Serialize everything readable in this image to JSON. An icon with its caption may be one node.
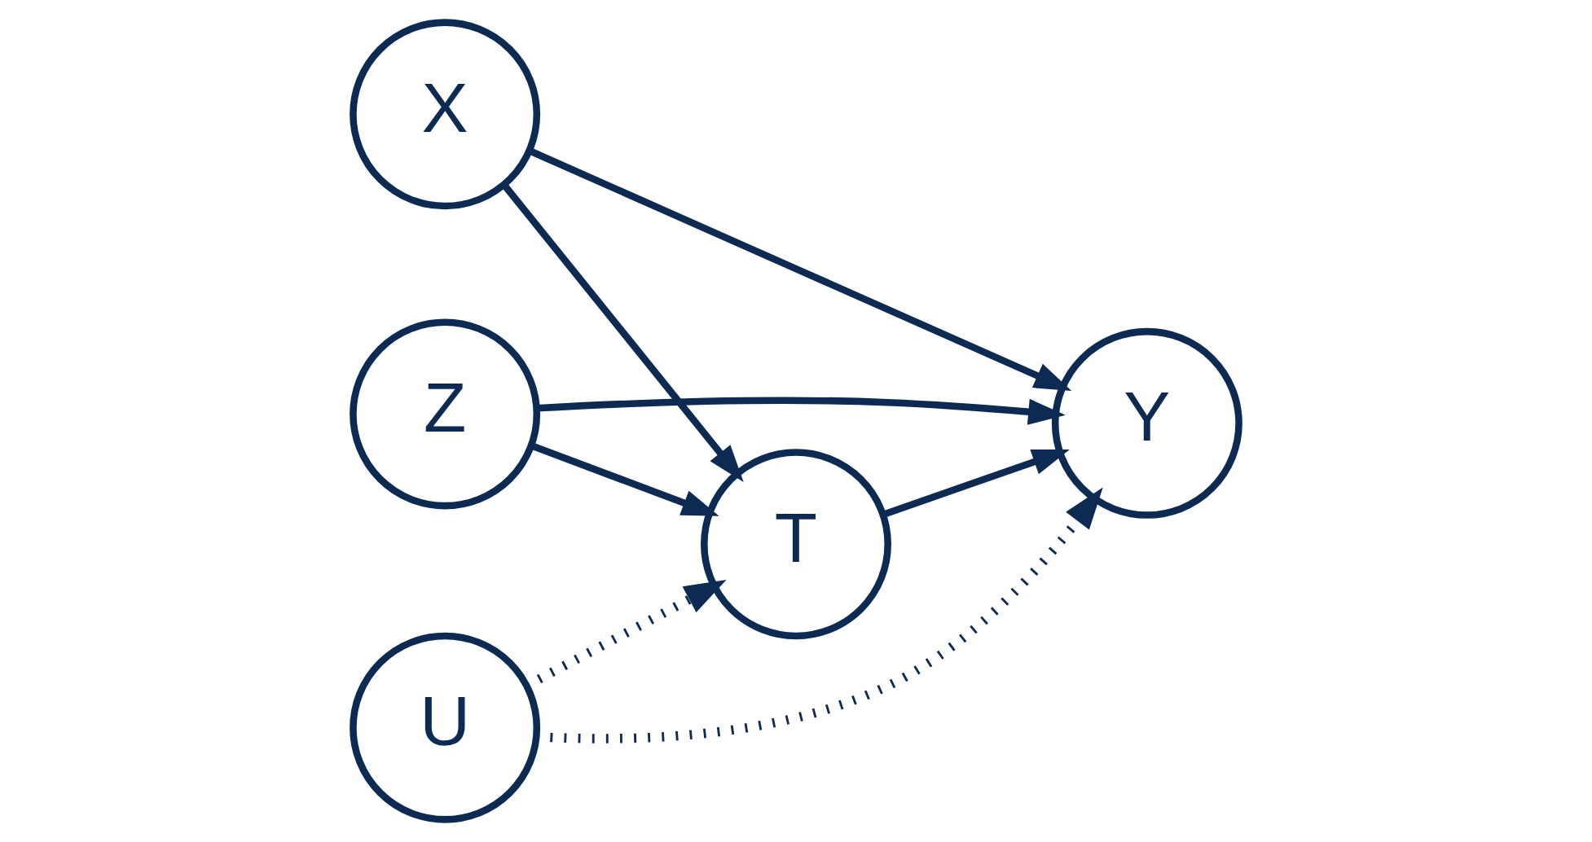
{
  "diagram": {
    "nodes": [
      {
        "text": [
          "X"
        ]
      },
      {
        "text": [
          "Z"
        ]
      },
      {
        "text": [
          "T"
        ]
      },
      {
        "text": [
          "Y"
        ]
      },
      {
        "text": [
          "U"
        ]
      }
    ],
    "edges": [
      {
        "from": 0,
        "to": 2,
        "arrow": "to"
      },
      {
        "from": 0,
        "to": 3,
        "arrow": "to"
      },
      {
        "from": 1,
        "to": 2,
        "arrow": "to"
      },
      {
        "from": 2,
        "to": 3,
        "arrow": "to"
      },
      {
        "from": 4,
        "to": 2,
        "arrow": "to",
        "style": "dashed"
      },
      {
        "from": 4,
        "to": 3,
        "arrow": "to",
        "style": "dashed"
      },
      {
        "from": 1,
        "to": 3,
        "arrow": "to"
      }
    ]
  }
}
